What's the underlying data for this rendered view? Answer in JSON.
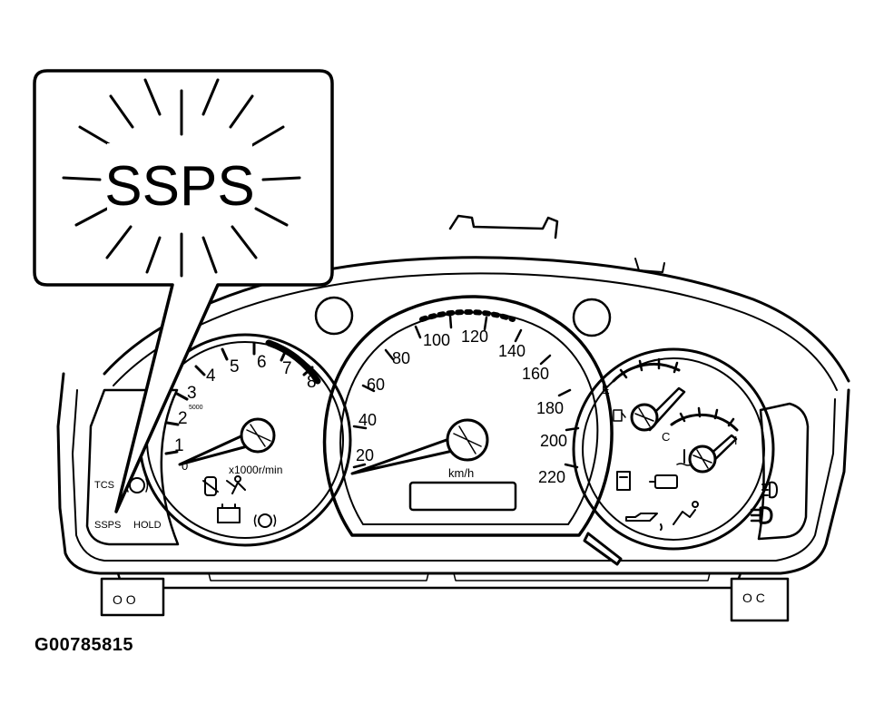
{
  "callout": {
    "label": "SSPS"
  },
  "tachometer": {
    "numbers": [
      "1",
      "2",
      "3",
      "4",
      "5",
      "6",
      "7",
      "8"
    ],
    "zero_label": "0",
    "unit": "x1000r/min",
    "small_text": "5000"
  },
  "speedometer": {
    "numbers": [
      "20",
      "40",
      "60",
      "80",
      "100",
      "120",
      "140",
      "160",
      "180",
      "200",
      "220"
    ],
    "unit": "km/h"
  },
  "fuel_gauge": {
    "empty_label": "E"
  },
  "temp_gauge": {
    "cold_label": "C",
    "hot_label": "H"
  },
  "left_panel": {
    "tcs_label": "TCS",
    "ssps_label": "SSPS",
    "hold_label": "HOLD"
  },
  "mount_left_text": "O O",
  "mount_right_text": "O C",
  "figure_code": "G00785815"
}
